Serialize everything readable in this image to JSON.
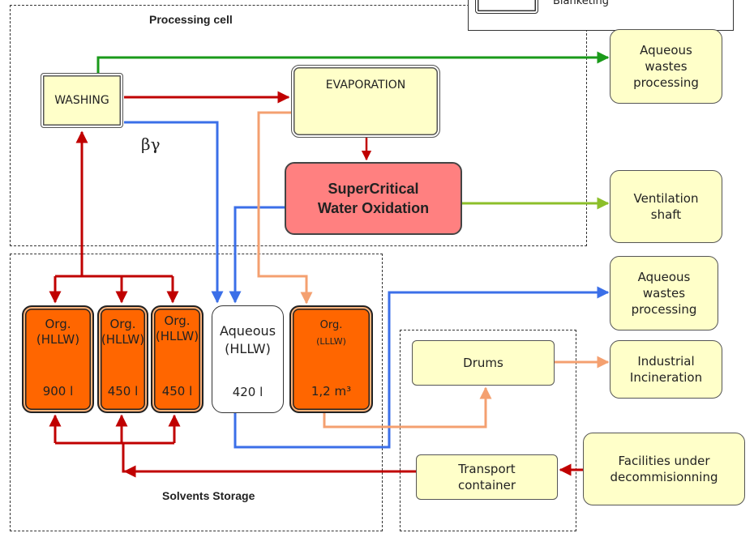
{
  "legend": {
    "item": "Blanketing"
  },
  "zones": {
    "processing": "Processing cell",
    "storage": "Solvents Storage"
  },
  "boxes": {
    "washing": "WASHING",
    "evaporation": "EVAPORATION",
    "scwo_line1": "SuperCritical",
    "scwo_line2": "Water Oxidation",
    "aqueous_top": [
      "Aqueous",
      "wastes",
      "processing"
    ],
    "ventilation": [
      "Ventilation",
      "shaft"
    ],
    "aqueous_mid": [
      "Aqueous",
      "wastes",
      "processing"
    ],
    "drums": "Drums",
    "industrial": [
      "Industrial",
      "Incineration"
    ],
    "facilities": [
      "Facilities under",
      "decommisionning"
    ],
    "transport": [
      "Transport",
      "container"
    ]
  },
  "beta_gamma": "βγ",
  "tanks": [
    {
      "label1": "Org.",
      "label2": "(HLLW)",
      "volume": "900 l"
    },
    {
      "label1": "Org.",
      "label2": "(HLLW)",
      "volume": "450 l"
    },
    {
      "label1": "Org.",
      "label2": "(HLLW)",
      "volume": "450 l"
    },
    {
      "label1": "Aqueous",
      "label2": "(HLLW)",
      "volume": "420 l"
    },
    {
      "label1": "Org.",
      "label2": "(LLLW)",
      "volume": "1,2 m³"
    }
  ],
  "colors": {
    "red": "#c00000",
    "blue": "#3b6fe8",
    "green": "#1a9a1a",
    "lightgreen": "#8cbf2a",
    "salmon": "#f4a070",
    "box_fill": "#ffffc9",
    "scwo_fill": "#ff8080",
    "tank_fill": "#ff6600"
  }
}
